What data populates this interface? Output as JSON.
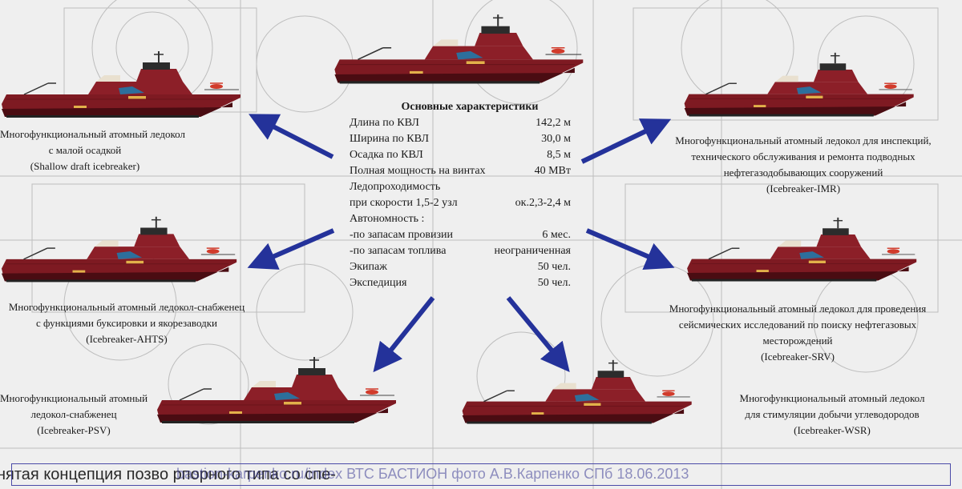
{
  "specs": {
    "title": "Основные характеристики",
    "rows": [
      {
        "label": "Длина  по КВЛ",
        "value": "142,2 м"
      },
      {
        "label": "Ширина по КВЛ",
        "value": "30,0 м"
      },
      {
        "label": "Осадка по КВЛ",
        "value": "8,5 м"
      },
      {
        "label": "Полная мощность на винтах",
        "value": "40 МВт"
      },
      {
        "label": "Ледопроходимость",
        "value": ""
      },
      {
        "label": "при скорости 1,5-2 узл",
        "value": "ок.2,3-2,4 м"
      },
      {
        "label": "Автономность :",
        "value": ""
      },
      {
        "label": "-по запасам провизии",
        "value": "6 мес."
      },
      {
        "label": "-по запасам топлива",
        "value": "неограниченная"
      },
      {
        "label": "Экипаж",
        "value": "50 чел."
      },
      {
        "label": "Экспедиция",
        "value": "50 чел."
      }
    ]
  },
  "captions": {
    "shallow": [
      "Многофункциональный атомный ледокол",
      "с малой осадкой",
      "(Shallow draft icebreaker)"
    ],
    "imr": [
      "Многофункциональный атомный ледокол для инспекций,",
      "технического обслуживания и ремонта подводных",
      "нефтегазодобывающих сооружений",
      "(Icebreaker-IMR)"
    ],
    "ahts": [
      "Многофункциональный атомный ледокол-снабженец",
      "с функциями буксировки и якорезаводки",
      "(Icebreaker-AHTS)"
    ],
    "srv": [
      "Многофункциональный атомный ледокол для проведения",
      "сейсмических исследований по поиску нефтегазовых",
      "месторождений",
      "(Icebreaker-SRV)"
    ],
    "psv": [
      "Многофункциональный атомный",
      "ледокол-снабженец",
      "(Icebreaker-PSV)"
    ],
    "wsr": [
      "Многофункциональный атомный ледокол",
      "для стимуляции добычи углеводородов",
      "(Icebreaker-WSR)"
    ]
  },
  "bottom_text": "нятая концепция позво                                                                                                                      рпорного типа со спе-",
  "watermark": "bastion-karpenko.ru/index ВТС БАСТИОН фото А.В.Карпенко СПб 18.06.2013",
  "colors": {
    "hull": "#7e1a22",
    "hull_dark": "#4a0c12",
    "superstructure": "#8c1f28",
    "arrow": "#24329a",
    "bottom": "#2f2f2f"
  }
}
